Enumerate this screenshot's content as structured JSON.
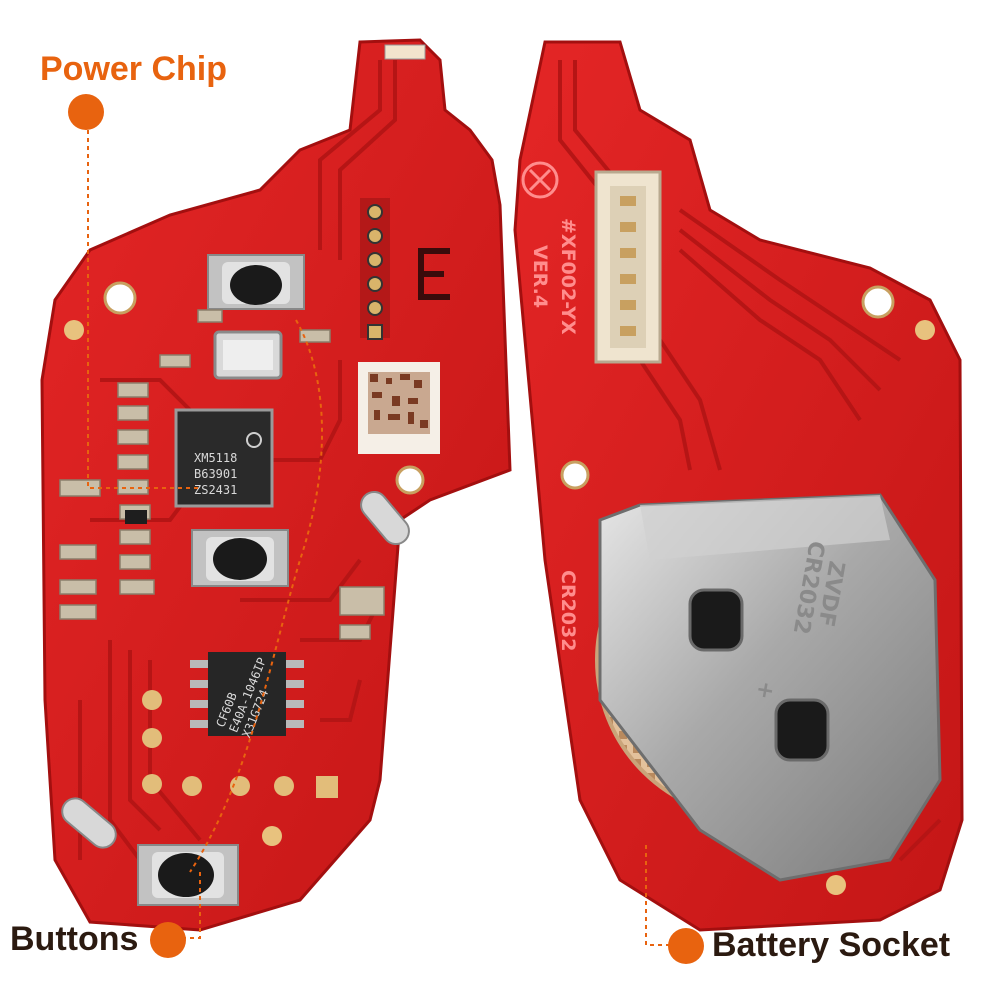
{
  "callouts": {
    "power_chip": "Power Chip",
    "buttons": "Buttons",
    "battery_socket": "Battery Socket"
  },
  "pcb_left": {
    "main_chip_lines": [
      "XM5118",
      "B63901",
      "ZS2431"
    ],
    "eeprom_lines": [
      "CF60B",
      "E40A-1046IP",
      "X31G724"
    ]
  },
  "pcb_right": {
    "model_lines": [
      "#XF002-YX",
      "VER.4"
    ],
    "battery_stamp_lines": [
      "ZVDF",
      "CR2032"
    ],
    "battery_plus": "+",
    "pcb_cr_text": "CR2032"
  },
  "colors": {
    "accent": "#e8630f",
    "pcb_red": "#d91f1f",
    "trace_red": "#b51515",
    "silver": "#b5b5b5"
  }
}
